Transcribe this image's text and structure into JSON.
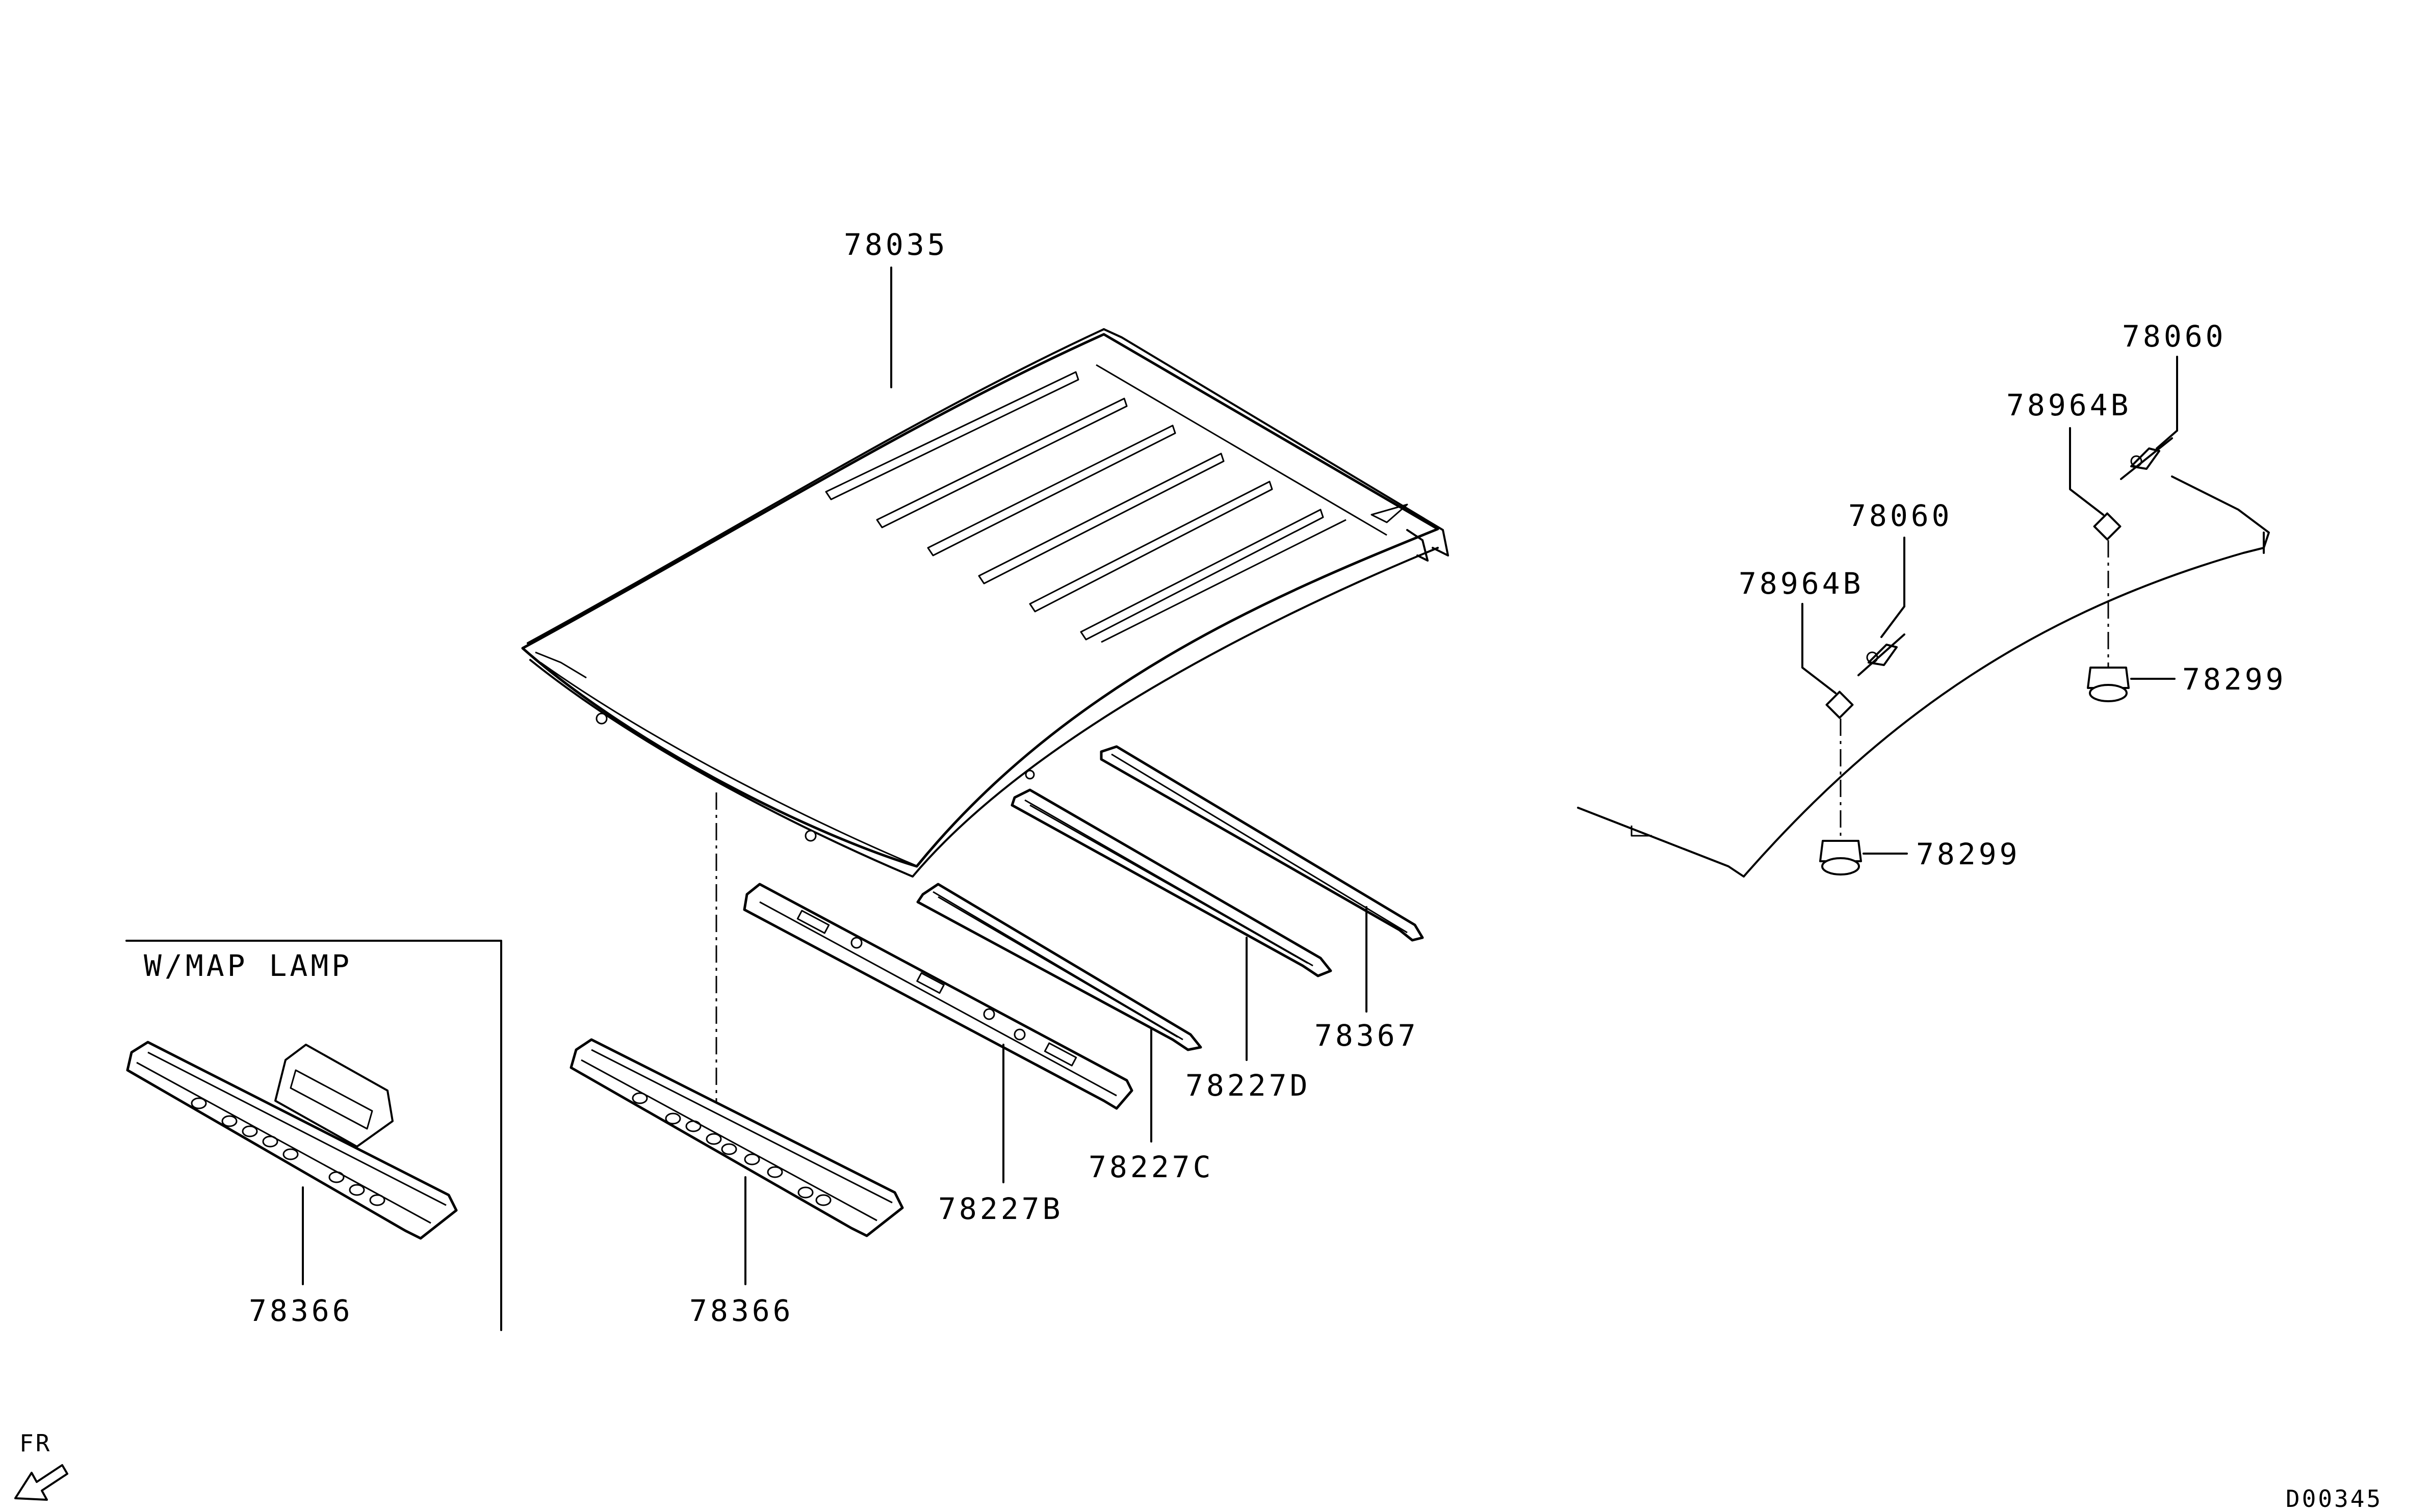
{
  "diagram": {
    "inset_label": "W/MAP LAMP",
    "direction_label": "FR",
    "drawing_code": "D00345",
    "parts": {
      "roof_panel": "78035",
      "rail_b": "78227B",
      "rail_c": "78227C",
      "rail_d": "78227D",
      "rear_rail": "78367",
      "front_header": "78366",
      "front_header_map_lamp": "78366",
      "clip_front": "78060",
      "clip_rear": "78060",
      "pad_front": "78964B",
      "pad_rear": "78964B",
      "grommet_front": "78299",
      "grommet_rear": "78299"
    }
  }
}
